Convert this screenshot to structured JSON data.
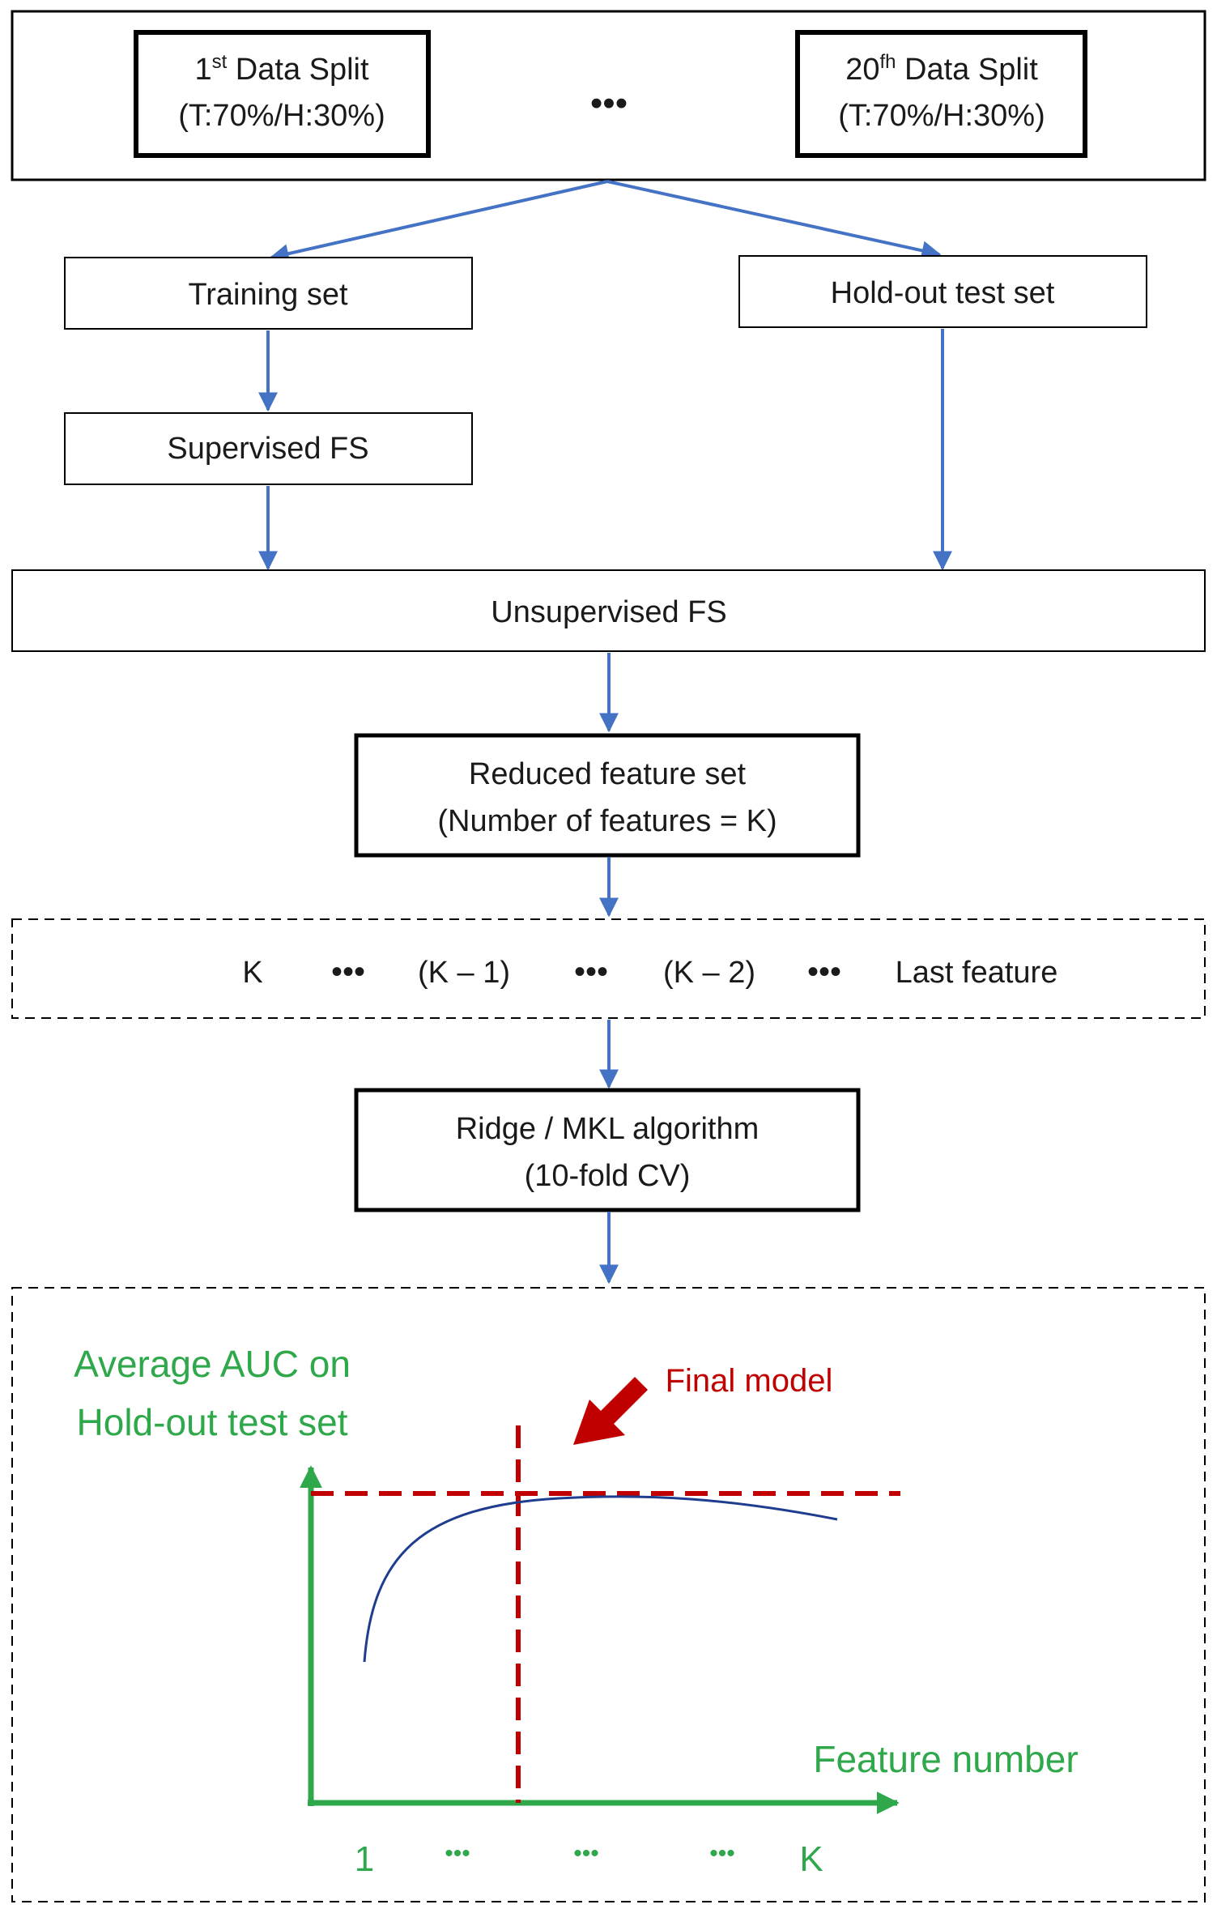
{
  "colors": {
    "arrow": "#4472c4",
    "axis": "#2ea84a",
    "curve": "#1f3d8f",
    "final": "#c00000",
    "text": "#1a1a1a"
  },
  "top": {
    "first_split": {
      "num": "1",
      "sup": "st",
      "rest": " Data Split",
      "ratio": "(T:70%/H:30%)"
    },
    "ellipsis": "•••",
    "last_split": {
      "num": "20",
      "sup": "fh",
      "rest": " Data Split",
      "ratio": "(T:70%/H:30%)"
    }
  },
  "training_set": "Training set",
  "holdout_set": "Hold-out test set",
  "supervised_fs": "Supervised FS",
  "unsupervised_fs": "Unsupervised FS",
  "reduced_set": {
    "line1": "Reduced feature set",
    "line2": "(Number of features = K)"
  },
  "sequence": {
    "items": [
      "K",
      "•••",
      "(K – 1)",
      "•••",
      "(K – 2)",
      "•••",
      "Last feature"
    ]
  },
  "algorithm": {
    "line1": "Ridge / MKL algorithm",
    "line2": "(10-fold CV)"
  },
  "plot": {
    "ylabel_line1": "Average AUC on",
    "ylabel_line2": "Hold-out test set",
    "xlabel": "Feature number",
    "final_label": "Final model",
    "ticks": [
      "1",
      "•••",
      "•••",
      "•••",
      "K"
    ]
  }
}
